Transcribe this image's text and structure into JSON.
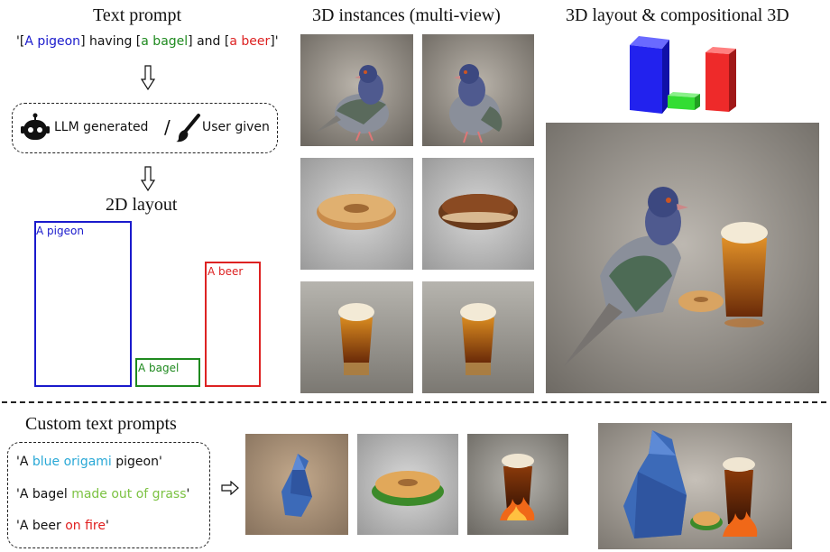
{
  "headings": {
    "text_prompt": "Text prompt",
    "instances": "3D instances (multi-view)",
    "compositional": "3D layout & compositional 3D",
    "layout2d": "2D layout",
    "custom": "Custom text prompts"
  },
  "prompt": {
    "q_open": "'[",
    "pigeon": "A pigeon",
    "mid1": "] having [",
    "bagel": "a bagel",
    "mid2": "] and [",
    "beer": "a beer",
    "q_close": "]'"
  },
  "source": {
    "llm": "LLM generated",
    "slash": "/",
    "user": "User given"
  },
  "layout_labels": {
    "pigeon": "A pigeon",
    "bagel": "A bagel",
    "beer": "A beer"
  },
  "custom_prompts": [
    {
      "prefix": "'A ",
      "highlight": "blue origami",
      "suffix": " pigeon'",
      "color": "#29a8d6"
    },
    {
      "prefix": "'A bagel ",
      "highlight": "made out of grass",
      "suffix": "'",
      "color": "#7cc242"
    },
    {
      "prefix": "'A beer ",
      "highlight": "on fire",
      "suffix": "'",
      "color": "#e02020"
    }
  ],
  "colors": {
    "pigeon": "#1a1acc",
    "bagel": "#1f8a1f",
    "beer": "#dd2222"
  }
}
